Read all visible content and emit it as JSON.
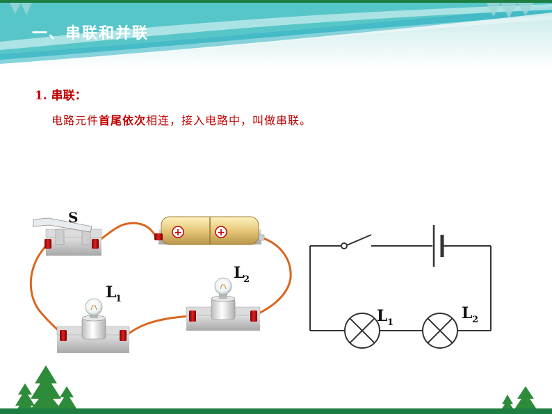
{
  "header": {
    "title": "一、串联和并联"
  },
  "section": {
    "number": "1.",
    "title": "串联：",
    "desc_pre": "电路元件",
    "desc_em": "首尾依次",
    "desc_post": "相连，接入电路中，叫做串联。"
  },
  "physical": {
    "switch_label": "S",
    "lamp1_label": "L",
    "lamp1_sub": "1",
    "lamp2_label": "L",
    "lamp2_sub": "2",
    "battery_mark": "+"
  },
  "schematic": {
    "lamp1_label": "L",
    "lamp1_sub": "1",
    "lamp2_label": "L",
    "lamp2_sub": "2"
  },
  "colors": {
    "title_red": "#c00000",
    "wire_orange": "#d9661f",
    "banner_teal": "#2aa8b8",
    "tree_green": "#2e8b3a"
  }
}
